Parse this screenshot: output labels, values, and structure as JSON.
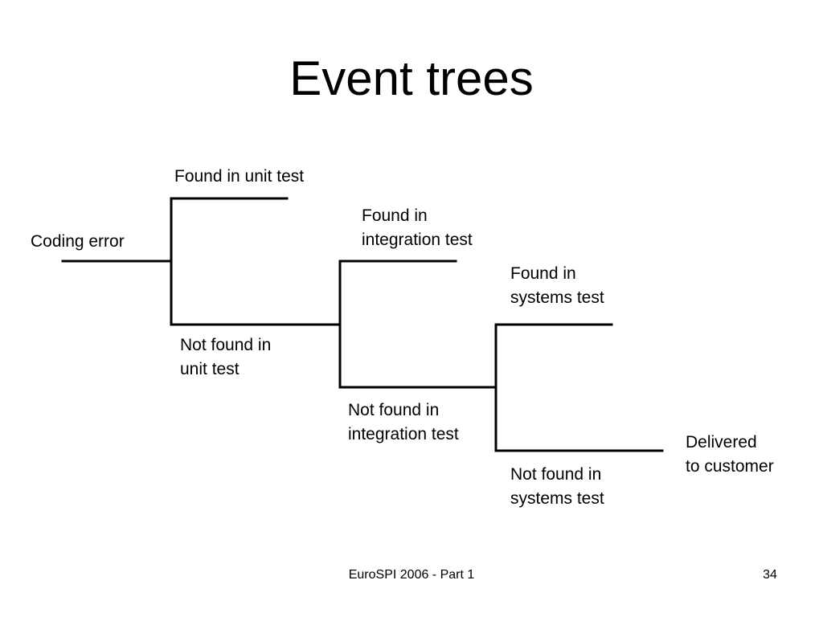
{
  "slide": {
    "title": "Event trees"
  },
  "event_tree": {
    "root": "Coding error",
    "nodes": [
      {
        "found": [
          "Found in unit test"
        ],
        "not_found": [
          "Not found in",
          "unit test"
        ]
      },
      {
        "found": [
          "Found in",
          "integration test"
        ],
        "not_found": [
          "Not found in",
          "integration test"
        ]
      },
      {
        "found": [
          "Found in",
          "systems test"
        ],
        "not_found": [
          "Not found in",
          "systems test"
        ]
      }
    ],
    "outcome": [
      "Delivered",
      "to customer"
    ]
  },
  "footer": {
    "center": "EuroSPI 2006 - Part 1",
    "page": "34"
  },
  "colors": {
    "line": "#000000",
    "text": "#000000",
    "background": "#ffffff"
  }
}
